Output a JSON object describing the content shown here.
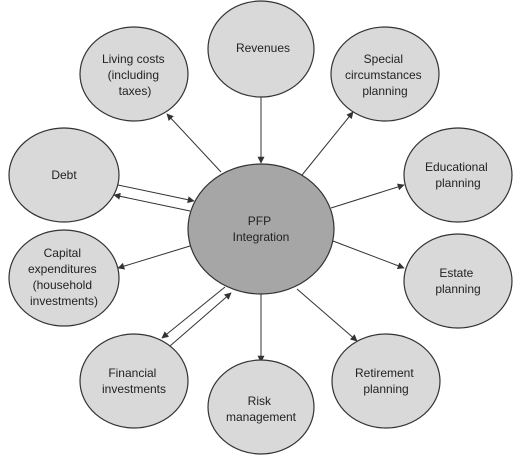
{
  "diagram": {
    "center": {
      "lines": [
        "PFP",
        "Integration"
      ]
    },
    "nodes": [
      {
        "id": "revenues",
        "lines": [
          "Revenues"
        ]
      },
      {
        "id": "living-costs",
        "lines": [
          "Living costs",
          "(including",
          "taxes)"
        ]
      },
      {
        "id": "special-circumstances",
        "lines": [
          "Special",
          "circumstances",
          "planning"
        ]
      },
      {
        "id": "debt",
        "lines": [
          "Debt"
        ]
      },
      {
        "id": "educational",
        "lines": [
          "Educational",
          "planning"
        ]
      },
      {
        "id": "capital-expenditures",
        "lines": [
          "Capital",
          "expenditures",
          "(household",
          "investments)"
        ]
      },
      {
        "id": "estate",
        "lines": [
          "Estate",
          "planning"
        ]
      },
      {
        "id": "financial-investments",
        "lines": [
          "Financial",
          "investments"
        ]
      },
      {
        "id": "risk-management",
        "lines": [
          "Risk",
          "management"
        ]
      },
      {
        "id": "retirement",
        "lines": [
          "Retirement",
          "planning"
        ]
      }
    ],
    "colors": {
      "node_fill": "#d9d9d9",
      "center_fill": "#a6a6a6",
      "stroke": "#333333"
    }
  }
}
